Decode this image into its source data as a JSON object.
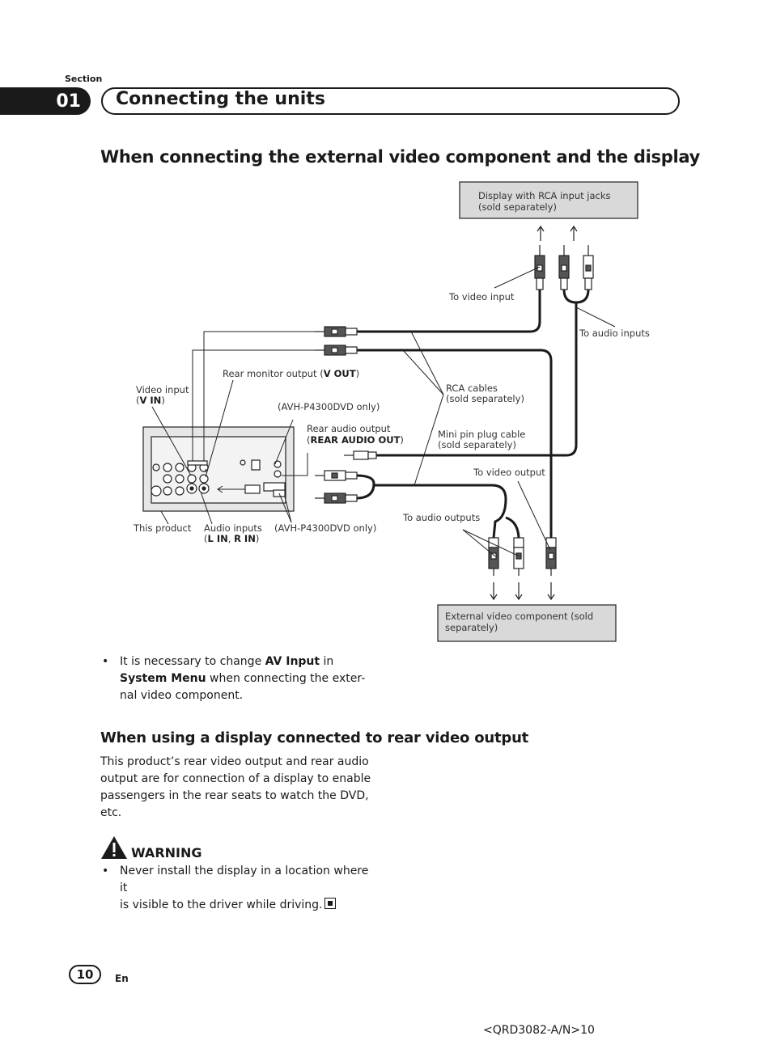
{
  "header": {
    "section_label": "Section",
    "section_number": "01",
    "section_title": "Connecting the units"
  },
  "main": {
    "heading": "When connecting the external video component and the display",
    "diagram": {
      "display_box_line1": "Display with RCA input jacks",
      "display_box_line2": "(sold separately)",
      "to_video_input": "To video input",
      "to_audio_inputs": "To audio inputs",
      "rear_monitor_output": "Rear monitor output (",
      "v_out": "V OUT",
      "close_paren": ")",
      "video_input": "Video input",
      "open_paren": "(",
      "v_in": "V IN",
      "avh_only_1": "(AVH-P4300DVD only)",
      "rear_audio_output": "Rear audio output",
      "rear_audio_out": "REAR AUDIO OUT",
      "rca_cables_line1": "RCA cables",
      "rca_cables_line2": "(sold separately)",
      "mini_pin_line1": "Mini pin plug cable",
      "mini_pin_line2": "(sold separately)",
      "to_video_output": "To video output",
      "to_audio_outputs": "To audio outputs",
      "this_product": "This product",
      "audio_inputs": "Audio inputs",
      "l_in": "L IN",
      "comma": ", ",
      "r_in": "R IN",
      "avh_only_2": "(AVH-P4300DVD only)",
      "ext_box_line1": "External video component (sold",
      "ext_box_line2": "separately)"
    },
    "bullet1": {
      "pre": "It is necessary to change ",
      "bold1": "AV Input",
      "mid": " in",
      "bold2": "System Menu",
      "line2_rest": " when connecting the exter-",
      "line3": "nal video component."
    },
    "subheading": "When using a display connected to rear video output",
    "paragraph": "This product’s rear video output and rear audio output are for connection of a display to enable passengers in the rear seats to watch the DVD, etc.",
    "warning": {
      "title": "WARNING",
      "line1": "Never install the display in a location where it",
      "line2": "is visible to the driver while driving."
    }
  },
  "footer": {
    "page_number": "10",
    "language": "En",
    "doc_ref": "<QRD3082-A/N>10"
  }
}
